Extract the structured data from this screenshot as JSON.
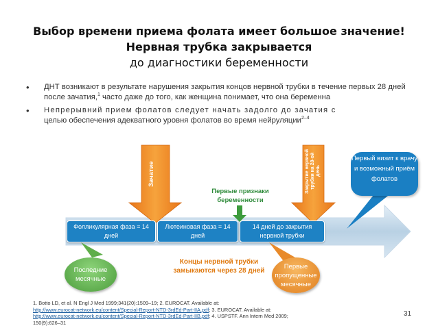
{
  "title": {
    "line1": "Выбор времени приема фолата имеет большое значение!",
    "line2": "Нервная трубка закрывается",
    "line3": "до диагностики беременности"
  },
  "bullets": {
    "b1_text": "ДНТ возникают в результате нарушения закрытия концов нервной трубки в течение первых 28 дней после зачатия,",
    "b1_sup": "1",
    "b1_tail": " часто даже до того, как женщина понимает, что она беременна",
    "b2_spaced": "Непрерывний прием фолатов следует начать задолго до зачатия с",
    "b2_text": "целью обеспечения адекватного уровня фолатов во время нейруляции",
    "b2_sup": "2–4"
  },
  "markers": {
    "conception": "Зачатие",
    "closure": "Закрытие нервной трубки на 28-ой день"
  },
  "labels": {
    "first_signs": "Первые признаки беременности",
    "tube_closes": "Концы нервной трубки замыкаются через 28 дней"
  },
  "phases": {
    "follicular": "Фолликулярная фаза = 14 дней",
    "luteal": "Лютеиновая фаза = 14 дней",
    "to_closure": "14 дней до закрытия нервной трубки"
  },
  "callouts": {
    "first_visit": "Первый визит к врачу и возможный приём фолатов",
    "last_period": "Последние месячные",
    "first_missed": "Первые пропущенные месячные"
  },
  "references": {
    "r1": "1. Botto LD, et al. N Engl J Med 1999;341(20):1509–19; 2. EUROCAT. Available at:",
    "r1_link": "http://www.eurocat-network.eu/content/Special-Report-NTD-3rdEd-Part-IIA.pdf",
    "r2": "; 3. EUROCAT. Available at:",
    "r2_link": "http://www.eurocat-network.eu/content/Special-Report-NTD-3rdEd-Part-IIB.pdf",
    "r3": "; 4. USPSTF. Ann Intern Med 2009;",
    "r4": "150(9):626–31"
  },
  "page_number": "31",
  "colors": {
    "phase_blue": "#1e82c4",
    "marker_orange": "#f08a1c",
    "green": "#2e8a3a",
    "orange_text": "#e07a10"
  }
}
